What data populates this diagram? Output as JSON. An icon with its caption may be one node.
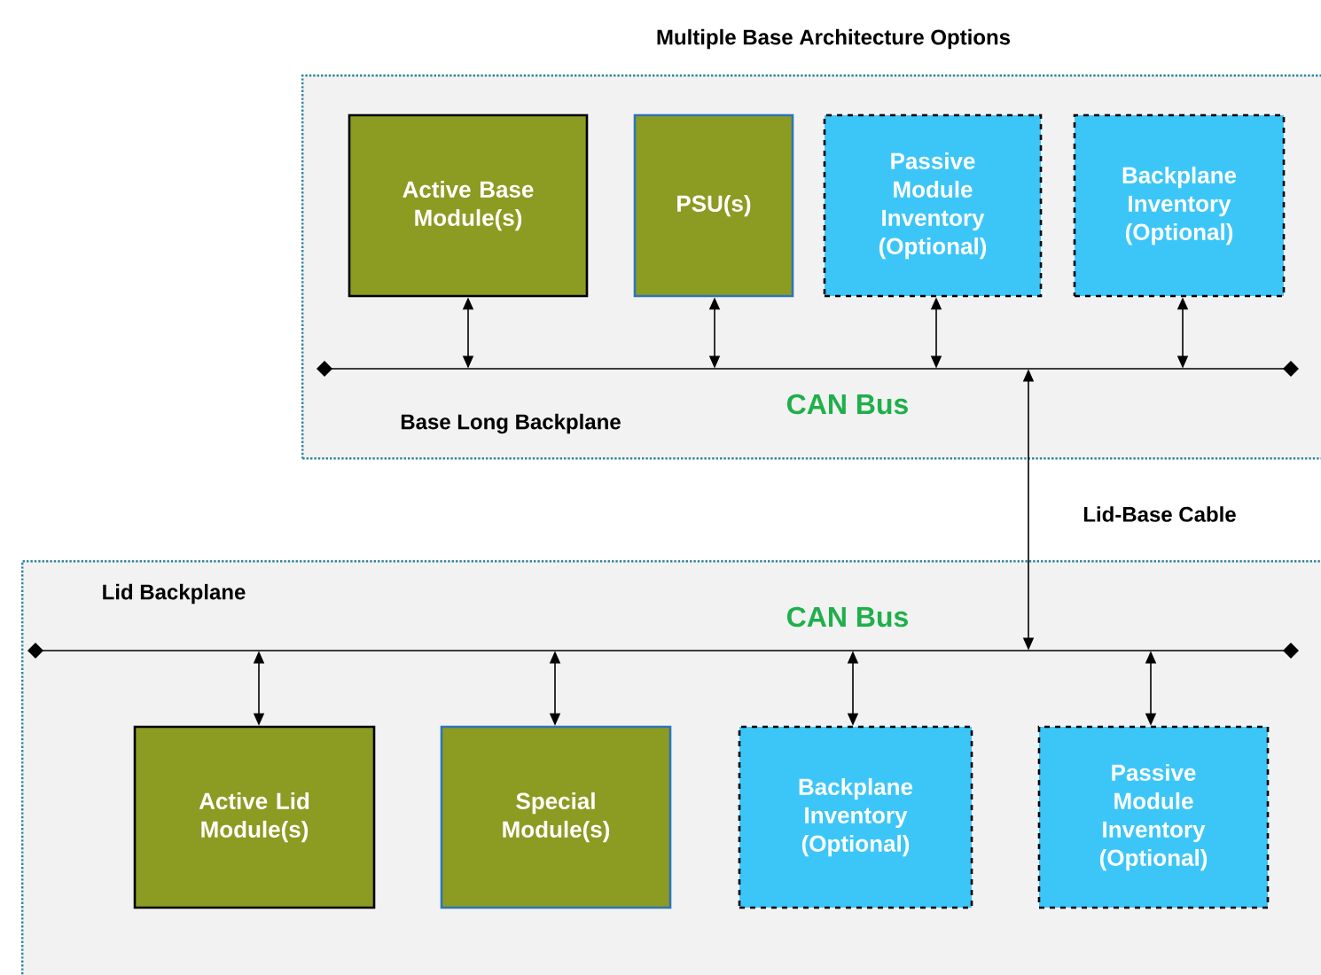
{
  "diagram": {
    "nodes": [
      {
        "text": [
          "Multiple Base Architecture Options",
          "Base Long Backplane"
        ]
      },
      {
        "text": [
          "Active Base Module(s)"
        ],
        "in": 0
      },
      {
        "text": [
          "PSU(s)"
        ],
        "in": 0
      },
      {
        "text": [
          "Passive Module Inventory (Optional)"
        ],
        "in": 0
      },
      {
        "text": [
          "Backplane Inventory (Optional)"
        ],
        "in": 0
      },
      {
        "text": [
          "CAN Bus"
        ],
        "in": 0
      },
      {
        "text": [
          "Lid Backplane"
        ]
      },
      {
        "text": [
          "CAN Bus"
        ],
        "in": 6
      },
      {
        "text": [
          "Active Lid Module(s)"
        ],
        "in": 6
      },
      {
        "text": [
          "Special Module(s)"
        ],
        "in": 6
      },
      {
        "text": [
          "Backplane Inventory (Optional)"
        ],
        "in": 6
      },
      {
        "text": [
          "Passive Module Inventory (Optional)"
        ],
        "in": 6
      }
    ],
    "edges": [
      {
        "from": 1,
        "to": 5,
        "arrow": "both"
      },
      {
        "from": 2,
        "to": 5,
        "arrow": "both"
      },
      {
        "from": 3,
        "to": 5,
        "arrow": "both"
      },
      {
        "from": 4,
        "to": 5,
        "arrow": "both"
      },
      {
        "from": 5,
        "to": 7,
        "arrow": "both",
        "label": "Lid-Base Cable"
      },
      {
        "from": 7,
        "to": 8,
        "arrow": "both"
      },
      {
        "from": 7,
        "to": 9,
        "arrow": "both"
      },
      {
        "from": 7,
        "to": 10,
        "arrow": "both"
      },
      {
        "from": 7,
        "to": 11,
        "arrow": "both"
      }
    ]
  }
}
